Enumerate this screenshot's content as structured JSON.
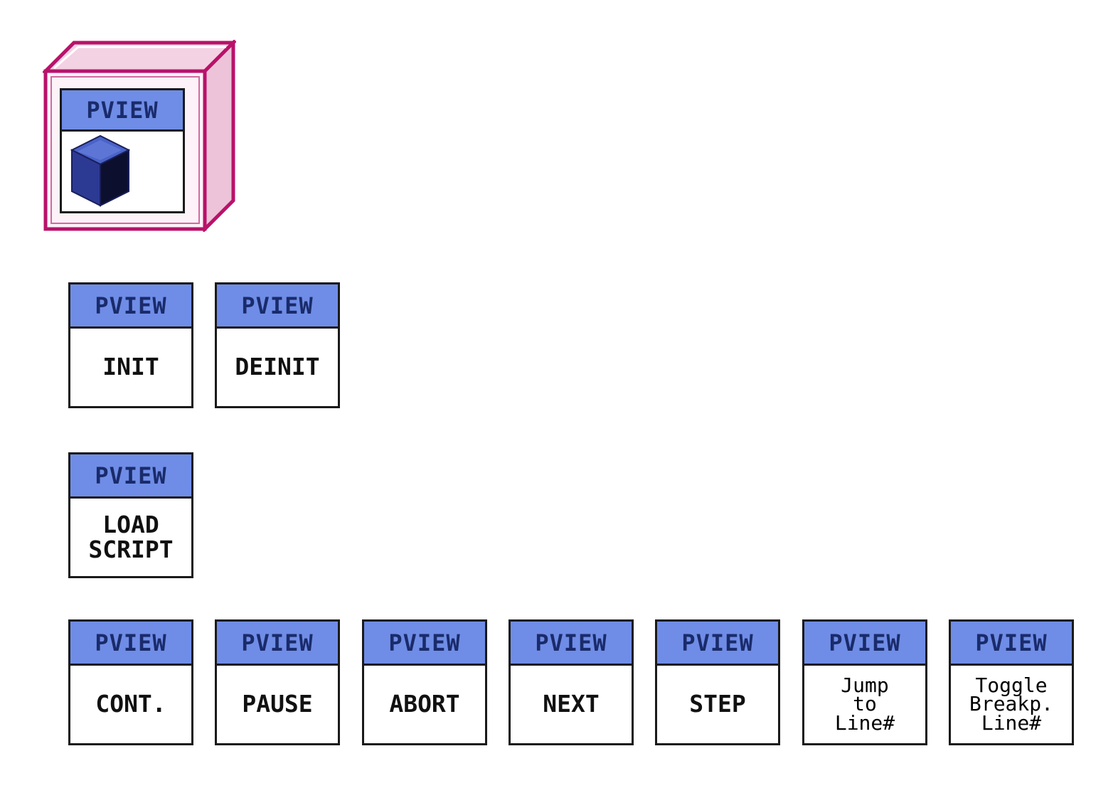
{
  "container": {
    "header": "PVIEW",
    "icon": "blue-cube-icon"
  },
  "rows": [
    {
      "tiles": [
        {
          "header": "PVIEW",
          "label": "INIT"
        },
        {
          "header": "PVIEW",
          "label": "DEINIT"
        }
      ]
    },
    {
      "tiles": [
        {
          "header": "PVIEW",
          "label": "LOAD\nSCRIPT"
        }
      ]
    },
    {
      "tiles": [
        {
          "header": "PVIEW",
          "label": "CONT."
        },
        {
          "header": "PVIEW",
          "label": "PAUSE"
        },
        {
          "header": "PVIEW",
          "label": "ABORT"
        },
        {
          "header": "PVIEW",
          "label": "NEXT"
        },
        {
          "header": "PVIEW",
          "label": "STEP"
        },
        {
          "header": "PVIEW",
          "label": "Jump\nto\nLine#"
        },
        {
          "header": "PVIEW",
          "label": "Toggle\nBreakp.\nLine#"
        }
      ]
    }
  ],
  "colors": {
    "header_fill": "#6f8de6",
    "header_text": "#1a2b6b",
    "box_outline": "#c0186e",
    "box_fill": "#f6dcea",
    "cube_color": "#2f3f9a"
  }
}
